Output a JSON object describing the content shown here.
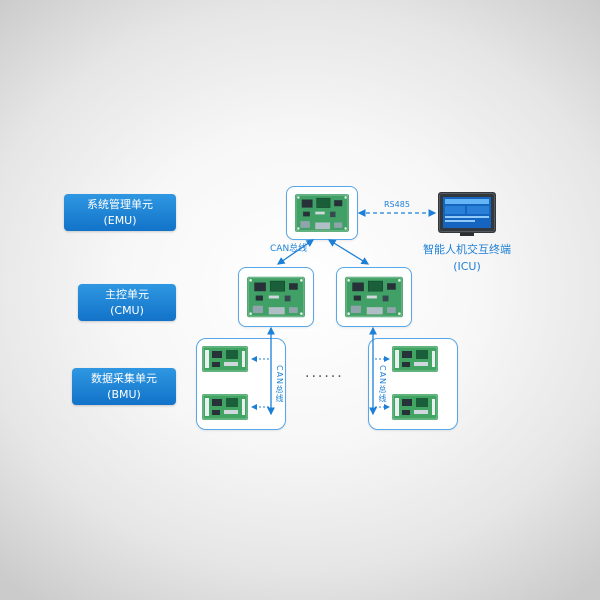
{
  "labels": {
    "emu": {
      "name": "系统管理单元",
      "abbr": "(EMU)"
    },
    "cmu": {
      "name": "主控单元",
      "abbr": "(CMU)"
    },
    "bmu": {
      "name": "数据采集单元",
      "abbr": "(BMU)"
    },
    "icu": {
      "name": "智能人机交互终端",
      "abbr": "(ICU)"
    }
  },
  "connections": {
    "rs485": "RS485",
    "can_top": "CAN总线",
    "can_left": "CAN总线",
    "can_right": "CAN总线"
  },
  "ellipsis": "......",
  "colors": {
    "accent_blue": "#1d7fd6",
    "box_border": "#58a7e8",
    "label_gradient_top": "#2f97e2",
    "label_gradient_bottom": "#1273c8",
    "pcb_green": "#41a463"
  }
}
